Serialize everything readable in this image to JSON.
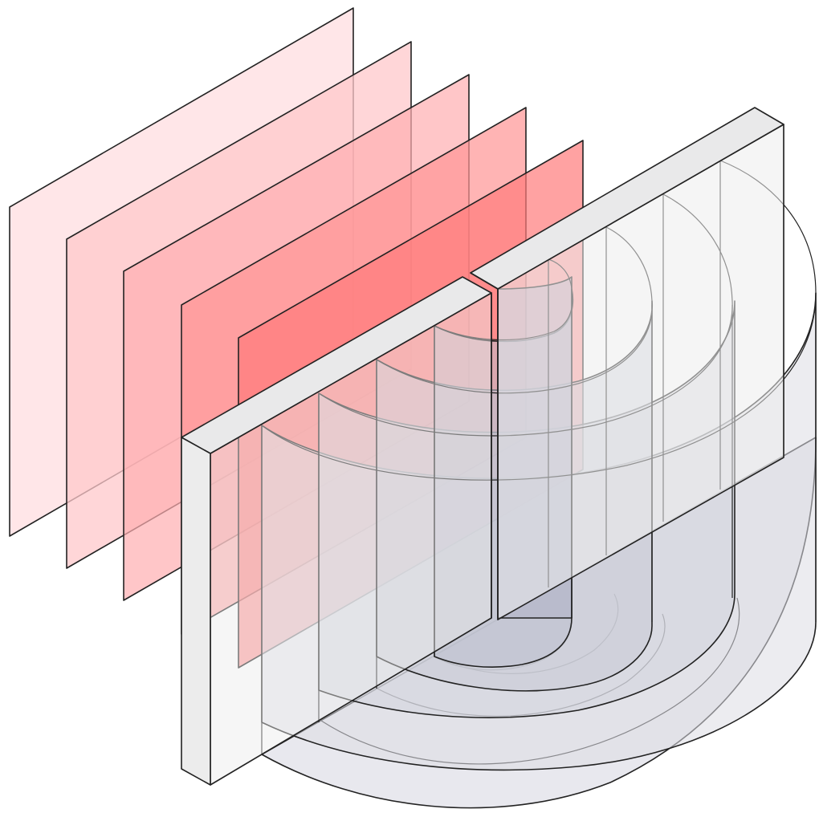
{
  "diagram": {
    "plane_wave_fronts": [
      {
        "id": "wavefront-1",
        "fill": "#ffe3e6"
      },
      {
        "id": "wavefront-2",
        "fill": "#ffc8cb"
      },
      {
        "id": "wavefront-3",
        "fill": "#ffaeb0"
      },
      {
        "id": "wavefront-4",
        "fill": "#ff9494"
      },
      {
        "id": "wavefront-5",
        "fill": "#ff7a7a"
      }
    ],
    "barrier_fill": "#ececec",
    "barrier_top_fill": "#e9e9ea",
    "semicircle_wavefronts": [
      {
        "id": "arc-1",
        "fill": "#dcdde3"
      },
      {
        "id": "arc-2",
        "fill": "#d2d3dc"
      },
      {
        "id": "arc-3",
        "fill": "#c8cad6"
      },
      {
        "id": "arc-4",
        "fill": "#bcbfce"
      },
      {
        "id": "arc-5",
        "fill": "#b0b3c6"
      }
    ],
    "floor_fill": "#e6e6ec",
    "stroke_color": "#222222"
  }
}
